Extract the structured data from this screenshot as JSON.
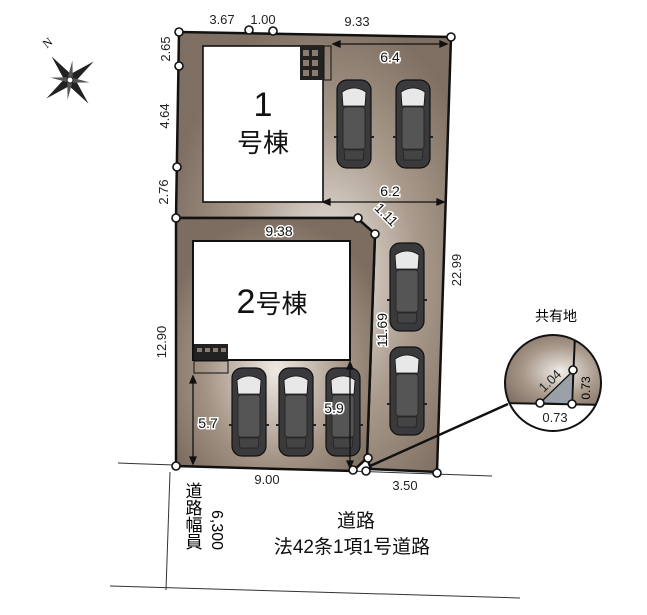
{
  "compass": {
    "north_label": "N"
  },
  "lot1": {
    "building_number": "1",
    "building_suffix": "号棟",
    "parking_width_top": "6.4",
    "parking_width_bottom": "6.2"
  },
  "lot2": {
    "building_label_number": "2",
    "building_label_suffix": "号棟",
    "parking_depth_left": "5.7",
    "parking_depth_right": "5.9"
  },
  "dimensions": {
    "top_1": "3.67",
    "top_2": "1.00",
    "top_3": "9.33",
    "left_1": "2.65",
    "left_2": "4.64",
    "left_3": "2.76",
    "lot2_left": "12.90",
    "lot2_top": "9.38",
    "corner_cut": "1.11",
    "flag_side": "11.69",
    "right_side": "22.99",
    "bottom_left": "9.00",
    "bottom_right": "3.50"
  },
  "shared_land": {
    "title": "共有地",
    "hypotenuse": "1.04",
    "vertical": "0.73",
    "horizontal": "0.73"
  },
  "road": {
    "name": "道路",
    "classification": "法42条1項1号道路",
    "width_label": "道路幅員",
    "width_value": "6,300"
  },
  "colors": {
    "lot_fill": "#8a7b6e",
    "lot_highlight": "#e9e3dc",
    "shared_fill": "#9aa0a8"
  }
}
